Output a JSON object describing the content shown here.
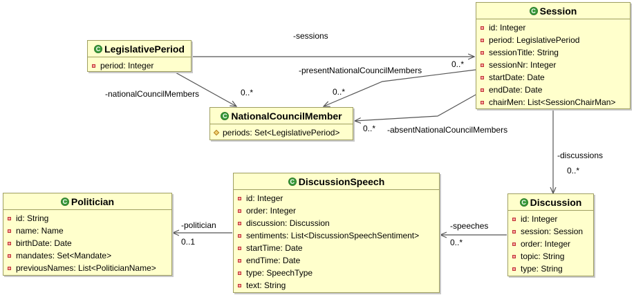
{
  "classes": {
    "session": {
      "name": "Session",
      "attrs": [
        "id: Integer",
        "period: LegislativePeriod",
        "sessionTitle: String",
        "sessionNr: Integer",
        "startDate: Date",
        "endDate: Date",
        "chairMen: List<SessionChairMan>"
      ]
    },
    "legislative_period": {
      "name": "LegislativePeriod",
      "attrs": [
        "period: Integer"
      ]
    },
    "national_council_member": {
      "name": "NationalCouncilMember",
      "attrs": [
        "periods: Set<LegislativePeriod>"
      ]
    },
    "discussion_speech": {
      "name": "DiscussionSpeech",
      "attrs": [
        "id: Integer",
        "order: Integer",
        "discussion: Discussion",
        "sentiments: List<DiscussionSpeechSentiment>",
        "startTime: Date",
        "endTime: Date",
        "type: SpeechType",
        "text: String"
      ]
    },
    "politician": {
      "name": "Politician",
      "attrs": [
        "id: String",
        "name: Name",
        "birthDate: Date",
        "mandates: Set<Mandate>",
        "previousNames: List<PoliticianName>"
      ]
    },
    "discussion": {
      "name": "Discussion",
      "attrs": [
        "id: Integer",
        "session: Session",
        "order: Integer",
        "topic: String",
        "type: String"
      ]
    }
  },
  "labels": {
    "sessions": "-sessions",
    "sessions_mult": "0..*",
    "present": "-presentNationalCouncilMembers",
    "present_mult": "0..*",
    "national": "-nationalCouncilMembers",
    "national_mult": "0..*",
    "absent": "-absentNationalCouncilMembers",
    "absent_mult": "0..*",
    "discussions": "-discussions",
    "discussions_mult": "0..*",
    "politician": "-politician",
    "politician_mult": "0..1",
    "speeches": "-speeches",
    "speeches_mult": "0..*"
  },
  "icons": {
    "class_icon": "C",
    "private_icon": "private-field-icon",
    "protected_icon": "protected-field-icon"
  },
  "colors": {
    "class_fill": "#ffffcc",
    "class_border": "#9e9e60",
    "class_icon": "#3a9a3a",
    "line": "#555555"
  }
}
